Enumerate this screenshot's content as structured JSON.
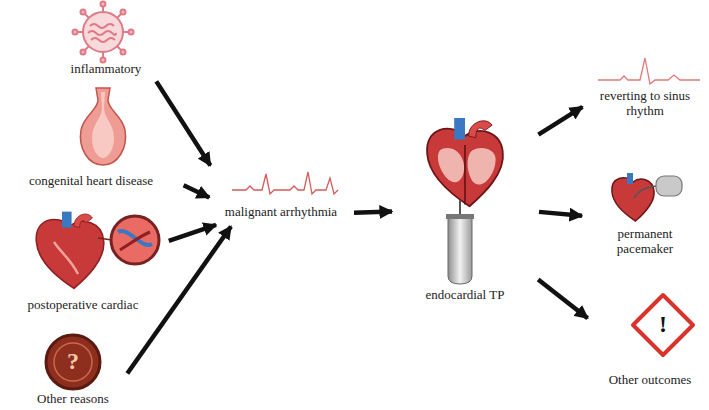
{
  "diagram": {
    "nodes": [
      {
        "text": [
          "inflammatory"
        ]
      },
      {
        "text": [
          "congenital heart disease"
        ]
      },
      {
        "text": [
          "postoperative cardiac"
        ]
      },
      {
        "text": [
          "?",
          "Other reasons"
        ]
      },
      {
        "text": [
          "malignant arrhythmia"
        ]
      },
      {
        "text": [
          "endocardial  TP"
        ]
      },
      {
        "text": [
          "reverting to sinus rhythm"
        ]
      },
      {
        "text": [
          "permanent pacemaker"
        ]
      },
      {
        "text": [
          "!",
          "Other outcomes"
        ]
      }
    ],
    "edges": [
      {
        "from": 0,
        "to": 4,
        "arrow": "to"
      },
      {
        "from": 1,
        "to": 4,
        "arrow": "to"
      },
      {
        "from": 2,
        "to": 4,
        "arrow": "to"
      },
      {
        "from": 3,
        "to": 4,
        "arrow": "to"
      },
      {
        "from": 4,
        "to": 5,
        "arrow": "to"
      },
      {
        "from": 5,
        "to": 6,
        "arrow": "to"
      },
      {
        "from": 5,
        "to": 7,
        "arrow": "to"
      },
      {
        "from": 5,
        "to": 8,
        "arrow": "to"
      }
    ]
  }
}
